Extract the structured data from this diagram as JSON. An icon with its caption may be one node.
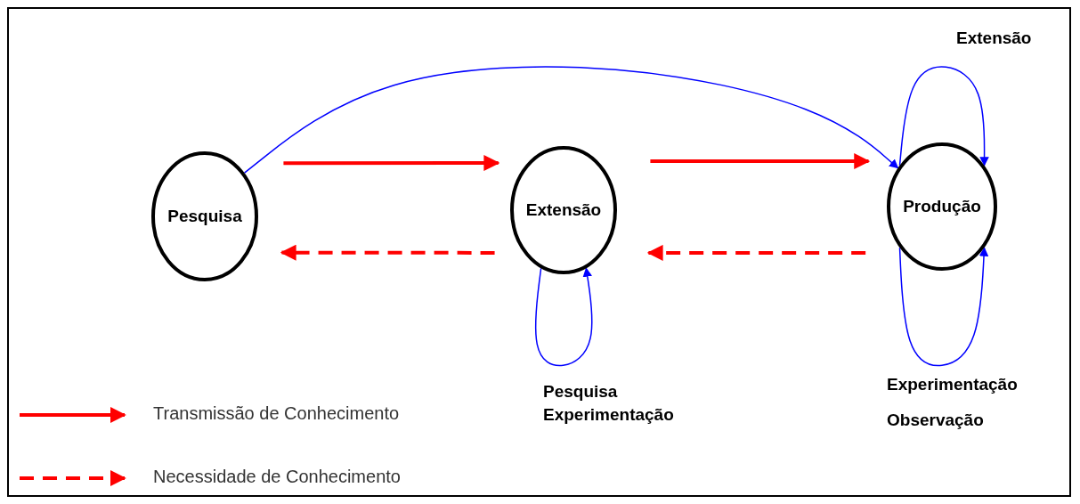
{
  "diagram": {
    "nodes": [
      {
        "text": [
          "Pesquisa"
        ]
      },
      {
        "text": [
          "Extensão"
        ]
      },
      {
        "text": [
          "Produção"
        ]
      }
    ],
    "edges": [
      {
        "from": 0,
        "to": 2,
        "arrow": "to",
        "color": "#0000ff"
      },
      {
        "from": 0,
        "to": 1,
        "arrow": "to",
        "style": "thick",
        "color": "#ff0000"
      },
      {
        "from": 1,
        "to": 2,
        "arrow": "to",
        "style": "thick",
        "color": "#ff0000"
      },
      {
        "from": 2,
        "to": 1,
        "arrow": "to",
        "style": "dashed",
        "color": "#ff0000"
      },
      {
        "from": 1,
        "to": 0,
        "arrow": "to",
        "style": "dashed",
        "color": "#ff0000"
      },
      {
        "from": 1,
        "to": 1,
        "arrow": "to",
        "label": "Pesquisa Experimentação",
        "color": "#0000ff"
      },
      {
        "from": 2,
        "to": 2,
        "arrow": "to",
        "label": "Extensão",
        "color": "#0000ff"
      },
      {
        "from": 2,
        "to": 2,
        "arrow": "to",
        "label": "Experimentação Observação",
        "color": "#0000ff"
      }
    ],
    "legend": [
      {
        "text": "Transmissão de Conhecimento"
      },
      {
        "text": "Necessidade de Conhecimento"
      }
    ]
  }
}
